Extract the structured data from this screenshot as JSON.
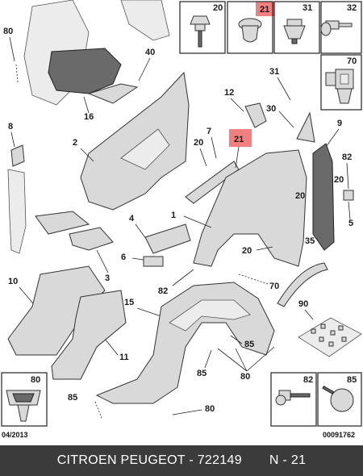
{
  "footer": {
    "catalog_text": "CITROEN PEUGEOT - 722149",
    "page_ref": "N - 21"
  },
  "diagram": {
    "date_code": "04/2013",
    "drawing_number": "00091762",
    "highlighted_part": "21",
    "callouts": {
      "c80a": "80",
      "c40": "40",
      "c16": "16",
      "c8": "8",
      "c2": "2",
      "c7": "7",
      "c20a": "20",
      "c21": "21",
      "c12": "12",
      "c31": "31",
      "c30": "30",
      "c9": "9",
      "c82a": "82",
      "c20b": "20",
      "c20c": "20",
      "c5": "5",
      "c1": "1",
      "c4": "4",
      "c3": "3",
      "c6": "6",
      "c82b": "82",
      "c20d": "20",
      "c35": "35",
      "c70": "70",
      "c10": "10",
      "c15": "15",
      "c90": "90",
      "c11": "11",
      "c85a": "85",
      "c85b": "85",
      "c80b": "80",
      "c85c": "85",
      "c80c": "80"
    },
    "thumbnails": {
      "t20": "20",
      "t21": "21",
      "t31": "31",
      "t32": "32",
      "t70": "70",
      "t80": "80",
      "t82": "82",
      "t85": "85"
    }
  }
}
